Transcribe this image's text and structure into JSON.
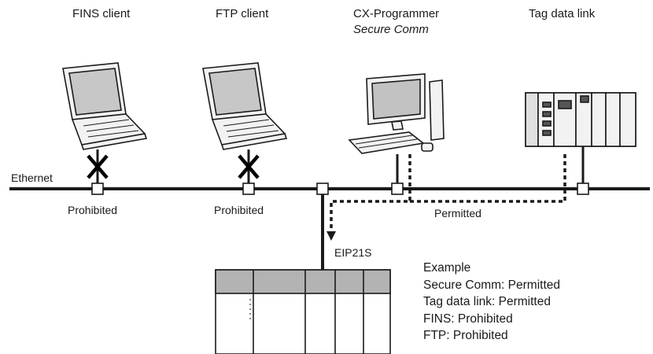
{
  "nodes": {
    "fins_client": "FINS client",
    "ftp_client": "FTP client",
    "cx_programmer": "CX-Programmer",
    "cx_programmer_sub": "Secure Comm",
    "tag_data_link": "Tag data link",
    "eip21s": "EIP21S"
  },
  "network": {
    "label": "Ethernet"
  },
  "connections": {
    "fins_status": "Prohibited",
    "ftp_status": "Prohibited",
    "permitted_label": "Permitted"
  },
  "example": {
    "title": "Example",
    "lines": [
      "Secure Comm: Permitted",
      "Tag data link: Permitted",
      "FINS: Prohibited",
      "FTP: Prohibited"
    ]
  },
  "colors": {
    "line": "#1a1a1a",
    "device_fill": "#f2f2f2",
    "screen_fill": "#bdbdbd",
    "unit_header": "#b3b3b3"
  }
}
